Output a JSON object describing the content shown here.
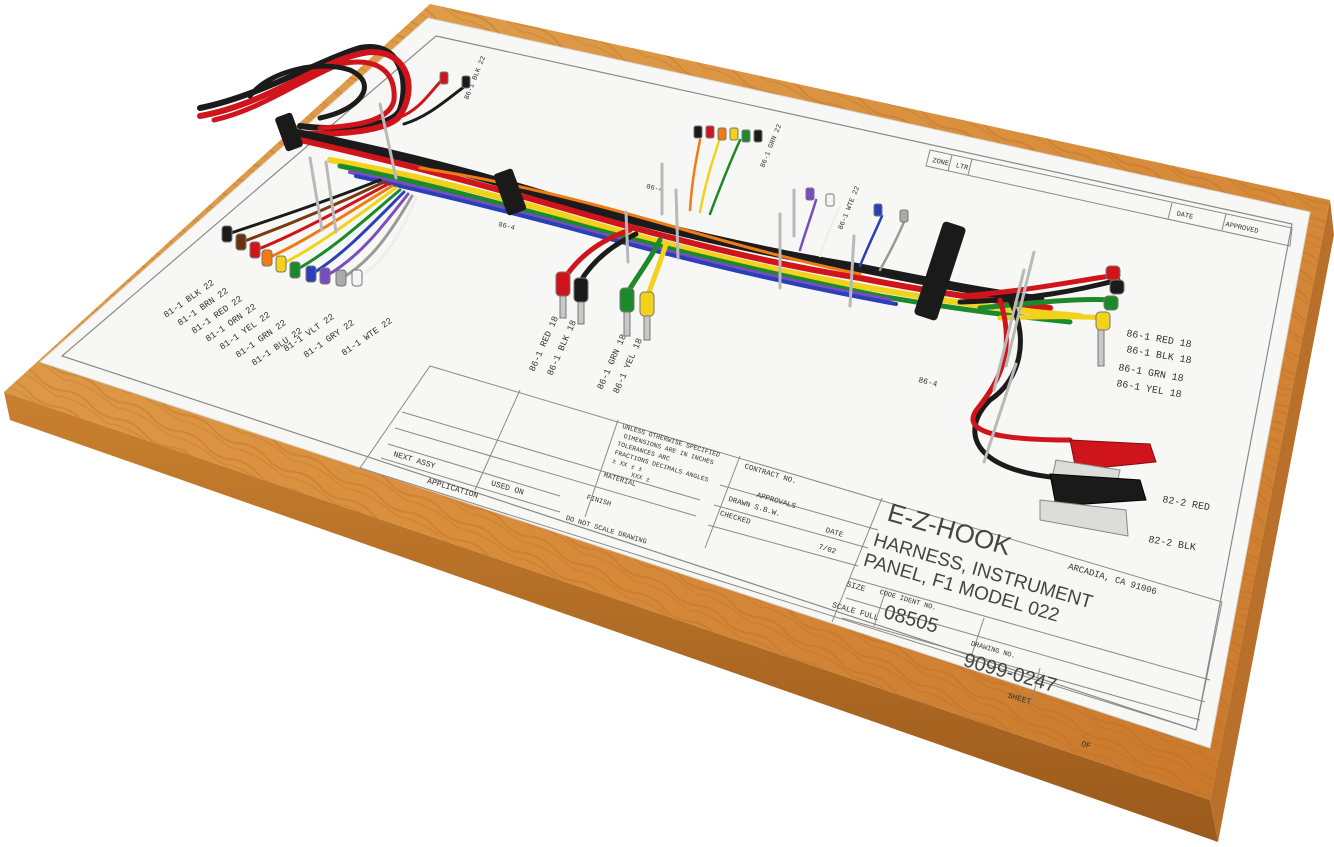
{
  "photo": {
    "subject": "wire harness assembly board",
    "colors": {
      "wood": "#d98e3c",
      "wood_dark": "#a95e1d",
      "paper": "#f7f7f5",
      "wire_red": "#d0141b",
      "wire_black": "#1b1b1b",
      "wire_yellow": "#f2d21a",
      "wire_green": "#1c8a2a",
      "wire_blue": "#2a3fb8",
      "wire_violet": "#7a4cc4",
      "wire_orange": "#f07a13",
      "wire_gray": "#9a9a9a",
      "wire_white": "#f2f2f2"
    }
  },
  "labels": {
    "left_group": [
      "81-1 BLK 22",
      "81-1 BRN 22",
      "81-1 RED 22",
      "81-1 ORN 22",
      "81-1 YEL 22",
      "81-1 GRN 22",
      "81-1 BLU 22",
      "81-1 VLT 22",
      "81-1 GRY 22",
      "81-1 WTE 22"
    ],
    "top_left": "86-1 BLK 22",
    "top_mid": "86-1 GRN 22",
    "mid_right": "86-1 WTE 22",
    "small_86_4a": "86-4",
    "small_86_4b": "86-4",
    "small_86_4c": "86-4",
    "center_group": [
      "86-1 RED 18",
      "86-1 BLK 18",
      "86-1 GRN 18",
      "86-1 YEL 18"
    ],
    "right_group": [
      "86-1 RED 18",
      "86-1 BLK 18",
      "86-1 GRN 18",
      "86-1 YEL 18"
    ],
    "clip_red": "82-2 RED",
    "clip_blk": "82-2 BLK"
  },
  "title_block": {
    "revision_headers": [
      "ZONE",
      "LTR",
      "DATE",
      "APPROVED"
    ],
    "next_assy": "NEXT ASSY",
    "used_on": "USED ON",
    "application": "APPLICATION",
    "tolerance_lines": [
      "UNLESS OTHERWISE SPECIFIED",
      "DIMENSIONS ARE IN INCHES",
      "TOLERANCES ARC",
      "FRACTIONS DECIMALS ANGLES",
      "±   XX ±   ±",
      "XXX ±"
    ],
    "material": "MATERIAL",
    "finish": "FINISH",
    "do_not_scale": "DO NOT SCALE DRAWING",
    "contract_no": "CONTRACT NO.",
    "approvals": "APPROVALS",
    "date_header": "DATE",
    "drawn": "DRAWN  S.B.W.",
    "drawn_date": "7/02",
    "checked": "CHECKED",
    "company": "E-Z-HOOK",
    "location": "ARCADIA, CA 91006",
    "title_line1": "HARNESS, INSTRUMENT",
    "title_line2": "PANEL, F1 MODEL 022",
    "size": "SIZE",
    "code_ident": "CODE IDENT NO.",
    "code_ident_value": "08505",
    "drawing_no": "DRAWING NO.",
    "drawing_no_value": "9099-0247",
    "scale": "SCALE FULL",
    "sheet": "SHEET",
    "of": "OF"
  }
}
